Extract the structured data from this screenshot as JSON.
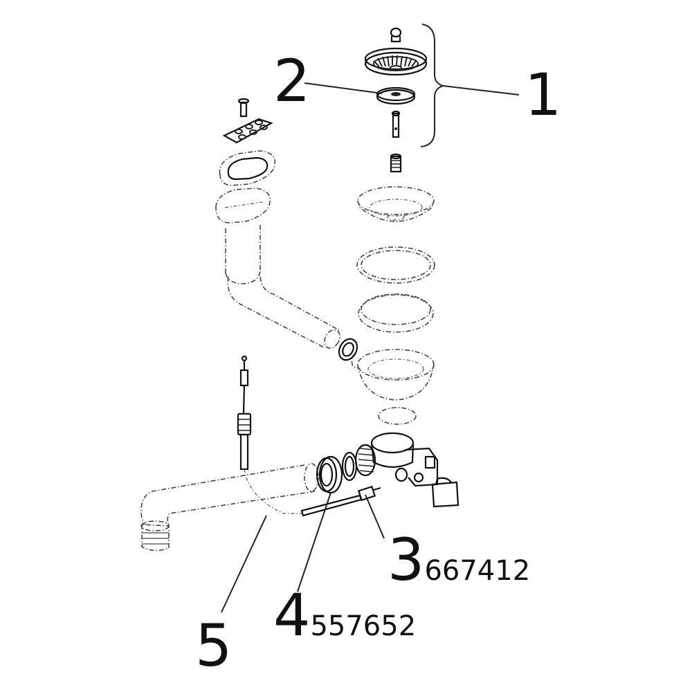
{
  "callouts": [
    {
      "number": "1",
      "code": ""
    },
    {
      "number": "2",
      "code": ""
    },
    {
      "number": "3",
      "code": "667412"
    },
    {
      "number": "4",
      "code": "557652"
    },
    {
      "number": "5",
      "code": ""
    }
  ],
  "colors": {
    "line": "#222222",
    "background": "#ffffff"
  }
}
